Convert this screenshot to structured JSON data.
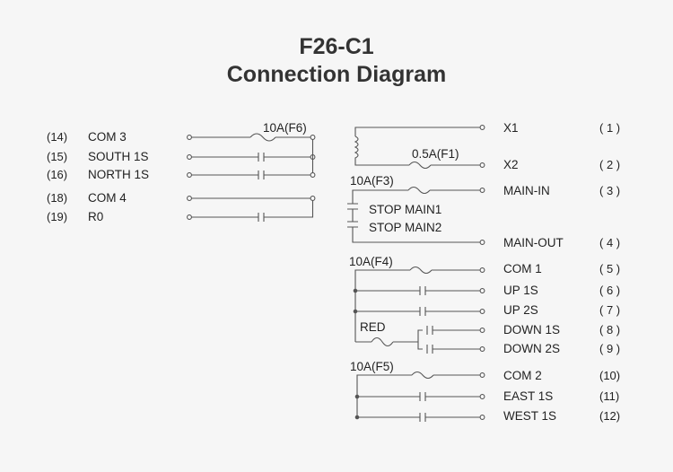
{
  "title": {
    "line1": "F26-C1",
    "line2": "Connection Diagram"
  },
  "left_terminals": [
    {
      "num": "(14)",
      "name": "COM 3"
    },
    {
      "num": "(15)",
      "name": "SOUTH 1S"
    },
    {
      "num": "(16)",
      "name": "NORTH 1S"
    },
    {
      "num": "(18)",
      "name": "COM 4"
    },
    {
      "num": "(19)",
      "name": "R0"
    }
  ],
  "left_fuse": "10A(F6)",
  "right_fuses": {
    "f1": "0.5A(F1)",
    "f3": "10A(F3)",
    "f4": "10A(F4)",
    "f5": "10A(F5)",
    "red": "RED"
  },
  "stop_labels": [
    "STOP MAIN1",
    "STOP MAIN2"
  ],
  "right_terminals": [
    {
      "name": "X1",
      "num": "( 1 )"
    },
    {
      "name": "X2",
      "num": "( 2 )"
    },
    {
      "name": "MAIN-IN",
      "num": "( 3 )"
    },
    {
      "name": "MAIN-OUT",
      "num": "( 4 )"
    },
    {
      "name": "COM  1",
      "num": "( 5 )"
    },
    {
      "name": "UP 1S",
      "num": "( 6 )"
    },
    {
      "name": "UP 2S",
      "num": "( 7 )"
    },
    {
      "name": "DOWN 1S",
      "num": "( 8 )"
    },
    {
      "name": "DOWN 2S",
      "num": "( 9 )"
    },
    {
      "name": "COM  2",
      "num": "(10)"
    },
    {
      "name": "EAST 1S",
      "num": "(11)"
    },
    {
      "name": "WEST 1S",
      "num": "(12)"
    }
  ]
}
